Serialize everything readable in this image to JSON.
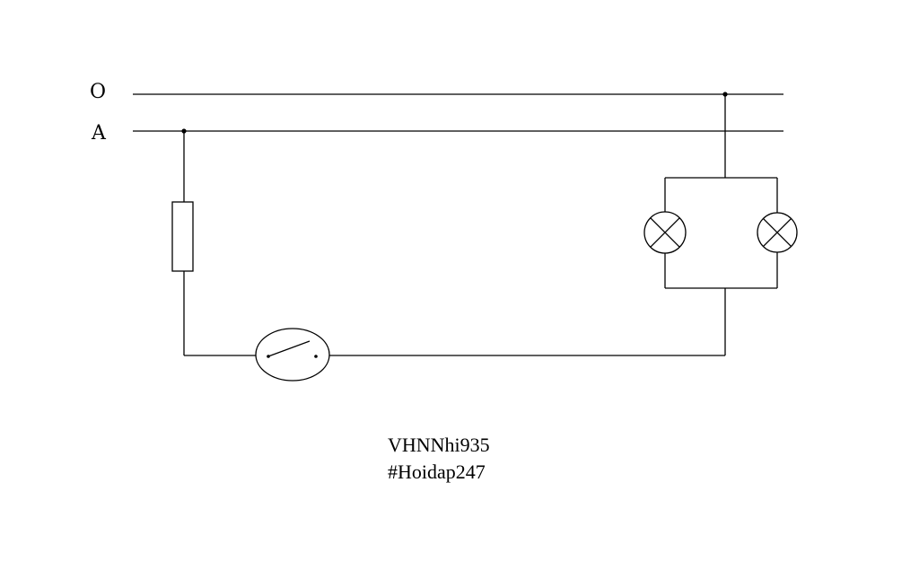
{
  "lines": {
    "top_label": "O",
    "bottom_label": "A"
  },
  "components": {
    "fuse": "fuse-icon",
    "switch": "switch-icon",
    "lamps": [
      "lamp-icon",
      "lamp-icon"
    ]
  },
  "credit": {
    "author": "VHNNhi935",
    "tag": "#Hoidap247"
  }
}
